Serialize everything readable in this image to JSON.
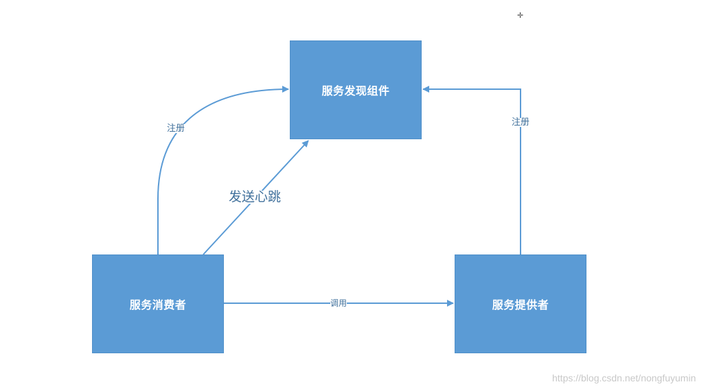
{
  "nodes": {
    "discovery": "服务发现组件",
    "consumer": "服务消费者",
    "provider": "服务提供者"
  },
  "edges": {
    "consumer_register": "注册",
    "provider_register": "注册",
    "heartbeat": "发送心跳",
    "invoke": "调用"
  },
  "watermark": "https://blog.csdn.net/nongfuyumin",
  "colors": {
    "node_fill": "#5b9bd5",
    "connector": "#5b9bd5",
    "label_text": "#41719c"
  }
}
